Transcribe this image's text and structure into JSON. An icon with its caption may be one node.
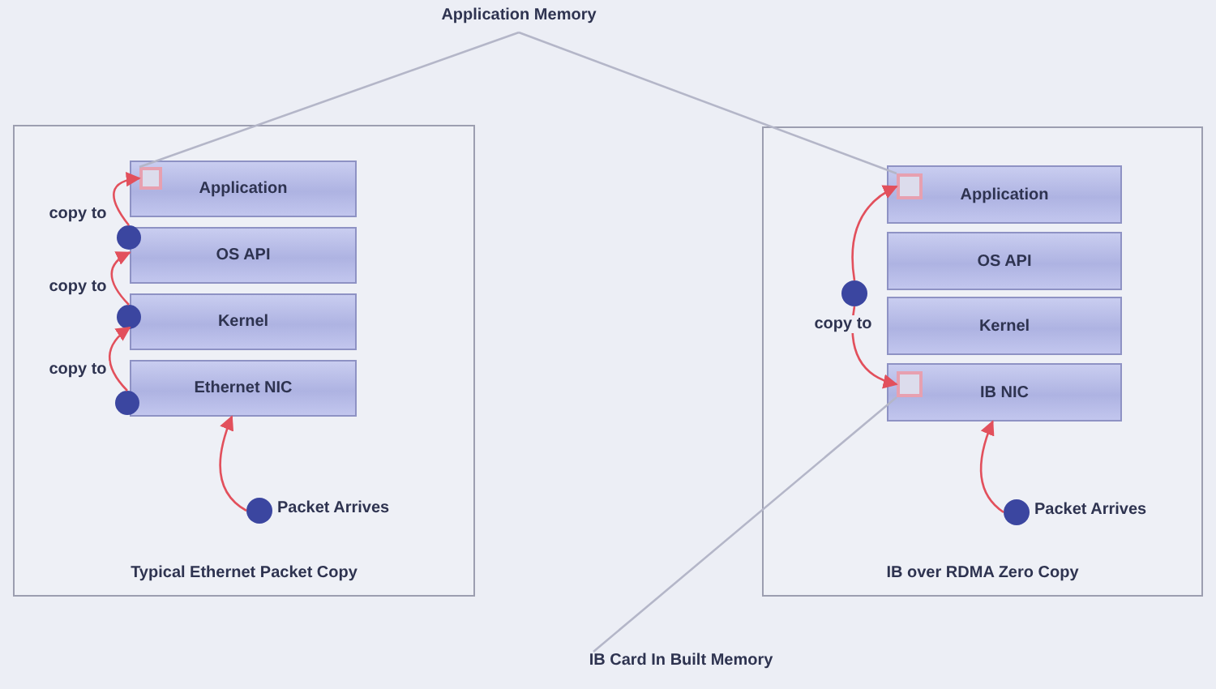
{
  "diagram": {
    "nodes": [
      {
        "text": [
          "Typical Ethernet Packet Copy"
        ]
      },
      {
        "text": [
          "Application"
        ],
        "in": 0
      },
      {
        "text": [
          "OS API"
        ],
        "in": 0
      },
      {
        "text": [
          "Kernel"
        ],
        "in": 0
      },
      {
        "text": [
          "Ethernet NIC"
        ],
        "in": 0
      },
      {
        "text": [],
        "shape": "box",
        "in": 1
      },
      {
        "text": [],
        "shape": "circle",
        "in": 0
      },
      {
        "text": [],
        "shape": "circle",
        "in": 0
      },
      {
        "text": [],
        "shape": "circle",
        "in": 0
      },
      {
        "text": [],
        "shape": "circle",
        "in": 0,
        "beside": [
          "Packet Arrives"
        ]
      },
      {
        "text": [
          "IB over RDMA Zero Copy"
        ]
      },
      {
        "text": [
          "Application"
        ],
        "in": 10
      },
      {
        "text": [
          "OS API"
        ],
        "in": 10
      },
      {
        "text": [
          "Kernel"
        ],
        "in": 10
      },
      {
        "text": [
          "IB NIC"
        ],
        "in": 10
      },
      {
        "text": [],
        "shape": "box",
        "in": 11
      },
      {
        "text": [],
        "shape": "box",
        "in": 14
      },
      {
        "text": [],
        "shape": "circle",
        "in": 10
      },
      {
        "text": [],
        "shape": "circle",
        "in": 10,
        "beside": [
          "Packet Arrives"
        ]
      },
      {
        "text": [
          "Application Memory"
        ]
      },
      {
        "text": [
          "IB Card In Built Memory"
        ]
      }
    ],
    "edges": [
      {
        "from": 6,
        "to": 5,
        "arrow": "to",
        "label": "copy to"
      },
      {
        "from": 7,
        "to": 2,
        "arrow": "to",
        "label": "copy to"
      },
      {
        "from": 8,
        "to": 3,
        "arrow": "to",
        "label": "copy to"
      },
      {
        "from": 9,
        "to": 4,
        "arrow": "to"
      },
      {
        "from": 17,
        "to": 15,
        "arrow": "to"
      },
      {
        "from": 17,
        "to": 16,
        "arrow": "to",
        "label": "copy to"
      },
      {
        "from": 18,
        "to": 14,
        "arrow": "to"
      },
      {
        "from": 19,
        "to": 5,
        "arrow": "none",
        "color": "#b4b6c8"
      },
      {
        "from": 19,
        "to": 15,
        "arrow": "none",
        "color": "#b4b6c8"
      },
      {
        "from": 20,
        "to": 16,
        "arrow": "none",
        "color": "#b4b6c8"
      }
    ]
  }
}
